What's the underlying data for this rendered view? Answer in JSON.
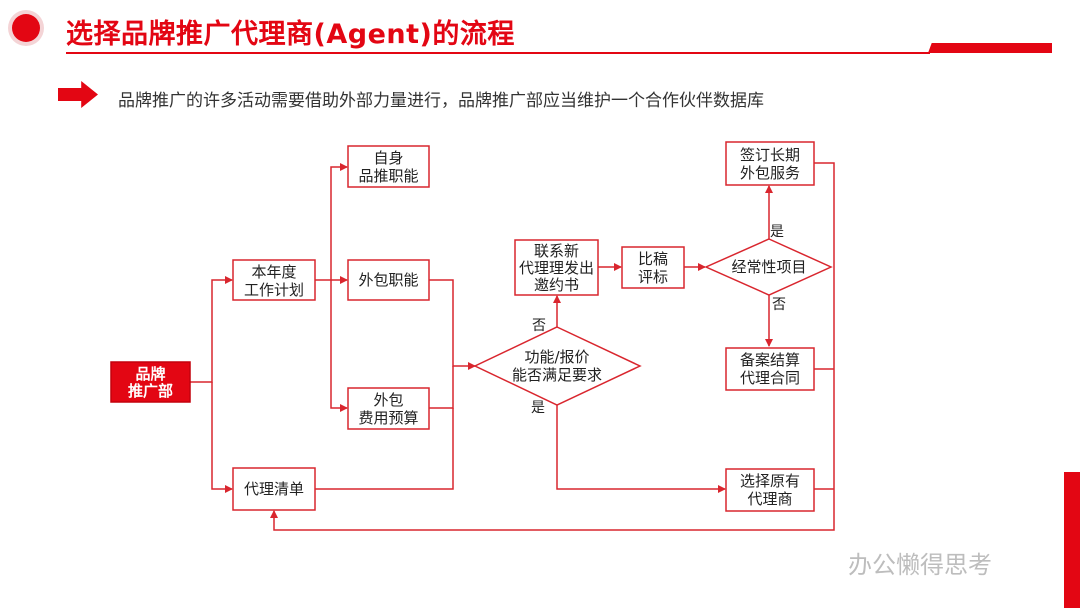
{
  "header": {
    "title": "选择品牌推广代理商(Agent)的流程",
    "subtitle": "品牌推广的许多活动需要借助外部力量进行，品牌推广部应当维护一个合作伙伴数据库"
  },
  "diagram": {
    "nodes": {
      "brand_dept": [
        "品牌",
        "推广部"
      ],
      "annual_plan": [
        "本年度",
        "工作计划"
      ],
      "agent_list": [
        "代理清单"
      ],
      "self_function": [
        "自身",
        "品推职能"
      ],
      "outsource_function": [
        "外包职能"
      ],
      "outsource_budget": [
        "外包",
        "费用预算"
      ],
      "check_requirements": [
        "功能/报价",
        "能否满足要求"
      ],
      "invite_new_agent": [
        "联系新",
        "代理理发出",
        "邀约书"
      ],
      "compare_bids": [
        "比稿",
        "评标"
      ],
      "regular_project": [
        "经常性项目"
      ],
      "long_term_contract": [
        "签订长期",
        "外包服务"
      ],
      "file_settlement": [
        "备案结算",
        "代理合同"
      ],
      "select_existing_agent": [
        "选择原有",
        "代理商"
      ]
    },
    "edge_labels": {
      "req_no": "否",
      "req_yes": "是",
      "regular_yes": "是",
      "regular_no": "否"
    }
  },
  "watermark": "办公懒得思考",
  "colors": {
    "accent": "#e30613",
    "line": "#d9262e",
    "text": "#222222"
  }
}
